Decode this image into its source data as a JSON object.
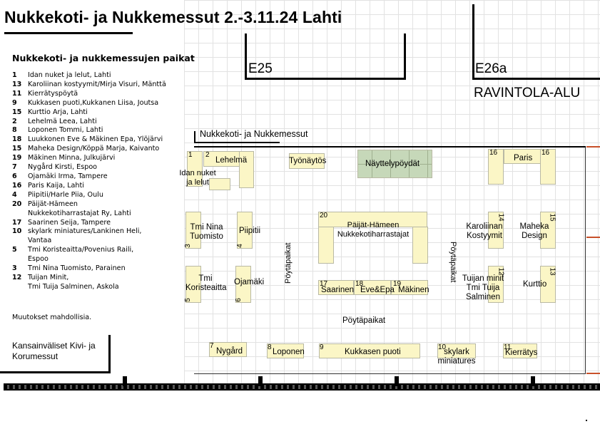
{
  "title": "Nukkekoti- ja Nukkemessut 2.-3.11.24 Lahti",
  "subtitle": "Nukkekoti- ja nukkemessujen paikat",
  "legend": [
    {
      "num": "1",
      "text": "Idan nuket ja lelut, Lahti"
    },
    {
      "num": "13",
      "text": "Karoliinan kostyymit/Mirja Visuri, Mänttä"
    },
    {
      "num": "11",
      "text": "Kierrätyspöytä"
    },
    {
      "num": "9",
      "text": "Kukkasen puoti,Kukkanen Liisa, Joutsa"
    },
    {
      "num": "15",
      "text": "Kurttio Arja, Lahti"
    },
    {
      "num": "2",
      "text": "Lehelmä Leea, Lahti"
    },
    {
      "num": "8",
      "text": "Loponen Tommi, Lahti"
    },
    {
      "num": "18",
      "text": "Luukkonen Eve & Mäkinen Epa, Ylöjärvi"
    },
    {
      "num": "15",
      "text": "Maheka Design/Köppä Marja, Kaivanto"
    },
    {
      "num": "19",
      "text": "Mäkinen Minna, Julkujärvi"
    },
    {
      "num": "7",
      "text": "Nygård Kirsti, Espoo"
    },
    {
      "num": "6",
      "text": "Ojamäki Irma, Tampere"
    },
    {
      "num": "16",
      "text": "Paris Kaija, Lahti"
    },
    {
      "num": "4",
      "text": "Piipitii/Harle Piia, Oulu"
    },
    {
      "num": "20",
      "text": "Päijät-Hämeen"
    },
    {
      "num": "",
      "text": "Nukkekotiharrastajat Ry, Lahti"
    },
    {
      "num": "17",
      "text": "Saarinen Seija, Tampere"
    },
    {
      "num": "10",
      "text": "skylark miniatures/Lankinen Heli,"
    },
    {
      "num": "",
      "text": "Vantaa"
    },
    {
      "num": "5",
      "text": "Tmi Koristeaitta/Povenius Raili,"
    },
    {
      "num": "",
      "text": "Espoo"
    },
    {
      "num": "3",
      "text": "Tmi Nina Tuomisto, Parainen"
    },
    {
      "num": "12",
      "text": "Tuijan Minit,"
    },
    {
      "num": "",
      "text": "Tmi Tuija Salminen, Askola"
    }
  ],
  "note": "Muutokset mahdollisia.",
  "kansainvaliset": "Kansainväliset Kivi- ja Korumessut",
  "halls": {
    "e25": "E25",
    "e26a": "E26a",
    "ravintola": "RAVINTOLA-ALU",
    "floor_label": "Nukkekoti- ja Nukkemessut"
  },
  "stands": {
    "idan": "Idan nuket ja lelut",
    "lehelma": "Lehelmä",
    "tyonaytos": "Työnäytös",
    "nayttely": "Näyttelypöydät",
    "paris": "Paris",
    "tmi_nina": "Tmi Nina Tuomisto",
    "piipitii": "Piipitii",
    "pht": "Päijät-Hämeen Nukkekotiharrastajat",
    "karoliinan": "Karoliinan Kostyymit",
    "maheka": "Maheka Design",
    "tmi_kor": "Tmi Koristeaitta",
    "ojamaki": "Ojamäki",
    "saarinen": "Saarinen",
    "eve_epa": "Eve&Epa",
    "makinen": "Mäkinen",
    "tuijan": "Tuijan minit Tmi Tuija Salminen",
    "kurttio": "Kurttio",
    "nygard": "Nygård",
    "loponen": "Loponen",
    "kukkasen": "Kukkasen puoti",
    "skylark": "skylark miniatures",
    "kierratys": "Kierrätys",
    "poytapaikat": "Pöytäpaikat"
  },
  "stand_numbers": {
    "n1": "1",
    "n2": "2",
    "n3": "3",
    "n4": "4",
    "n5": "5",
    "n6": "6",
    "n7": "7",
    "n8": "8",
    "n9": "9",
    "n10": "10",
    "n11": "11",
    "n12": "12",
    "n13": "13",
    "n14": "14",
    "n15": "15",
    "n16a": "16",
    "n16b": "16",
    "n17": "17",
    "n18": "18",
    "n19": "19",
    "n20": "20"
  },
  "colors": {
    "table_fill": "#fbf6c6",
    "exhibition_fill": "#c6d8b9",
    "accent_wall": "#c8502a"
  }
}
